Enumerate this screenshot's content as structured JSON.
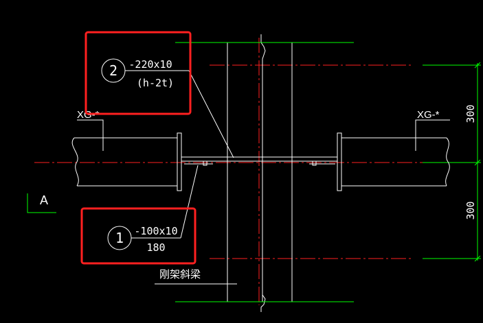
{
  "drawing": {
    "colors": {
      "background": "#000000",
      "linework": "#ffffff",
      "centerline": "#ff2020",
      "dimension": "#00ff00",
      "highlight": "#ff2020"
    },
    "callout_2": {
      "number": "2",
      "spec": "-220x10",
      "size": "(h-2t)"
    },
    "callout_1": {
      "number": "1",
      "spec": "-100x10",
      "size": "180"
    },
    "member_label_left": "XG-*",
    "member_label_right": "XG-*",
    "section_marker": "A",
    "beam_note": "刚架斜梁",
    "dimensions": {
      "upper": "300",
      "lower": "300"
    }
  }
}
